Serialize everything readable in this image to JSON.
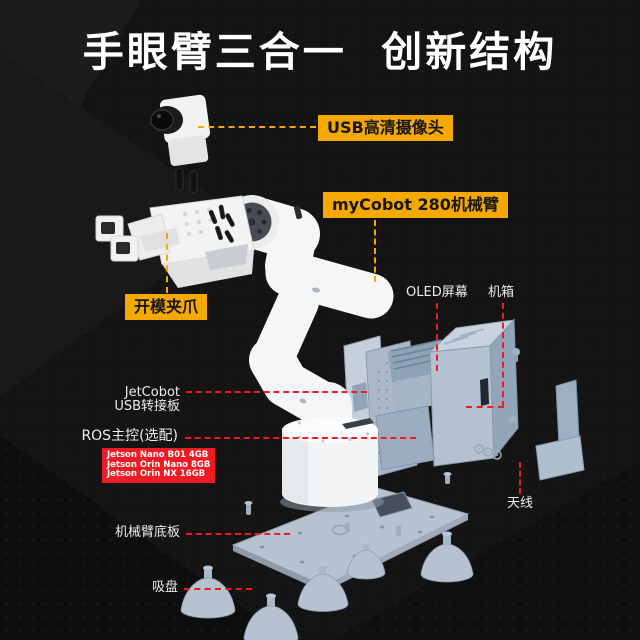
{
  "title": "手眼臂三合一  创新结构",
  "colors": {
    "background": "#141414",
    "accent_yellow": "#F5A800",
    "accent_red": "#ED1C24",
    "label_dark_text": "#161616",
    "label_light_text": "#ECECEC",
    "robot_white": "#F5F6F7",
    "parts_gray_blue": "#B6C2D0"
  },
  "callouts": {
    "camera": {
      "label": "USB高清摄像头"
    },
    "arm": {
      "label": "myCobot 280机械臂"
    },
    "gripper": {
      "label": "开模夹爪"
    },
    "oled_screen": {
      "label": "OLED屏幕"
    },
    "case": {
      "label": "机箱"
    },
    "usb_adapter": {
      "line1": "JetCobot",
      "line2": "USB转接板"
    },
    "ros_controller": {
      "label": "ROS主控(选配)",
      "options": [
        "Jetson Nano B01 4GB",
        "Jetson Orin Nano 8GB",
        "Jetson Orin NX 16GB"
      ]
    },
    "antenna": {
      "label": "天线"
    },
    "base_plate": {
      "label": "机械臂底板"
    },
    "suction_cup": {
      "label": "吸盘"
    }
  }
}
